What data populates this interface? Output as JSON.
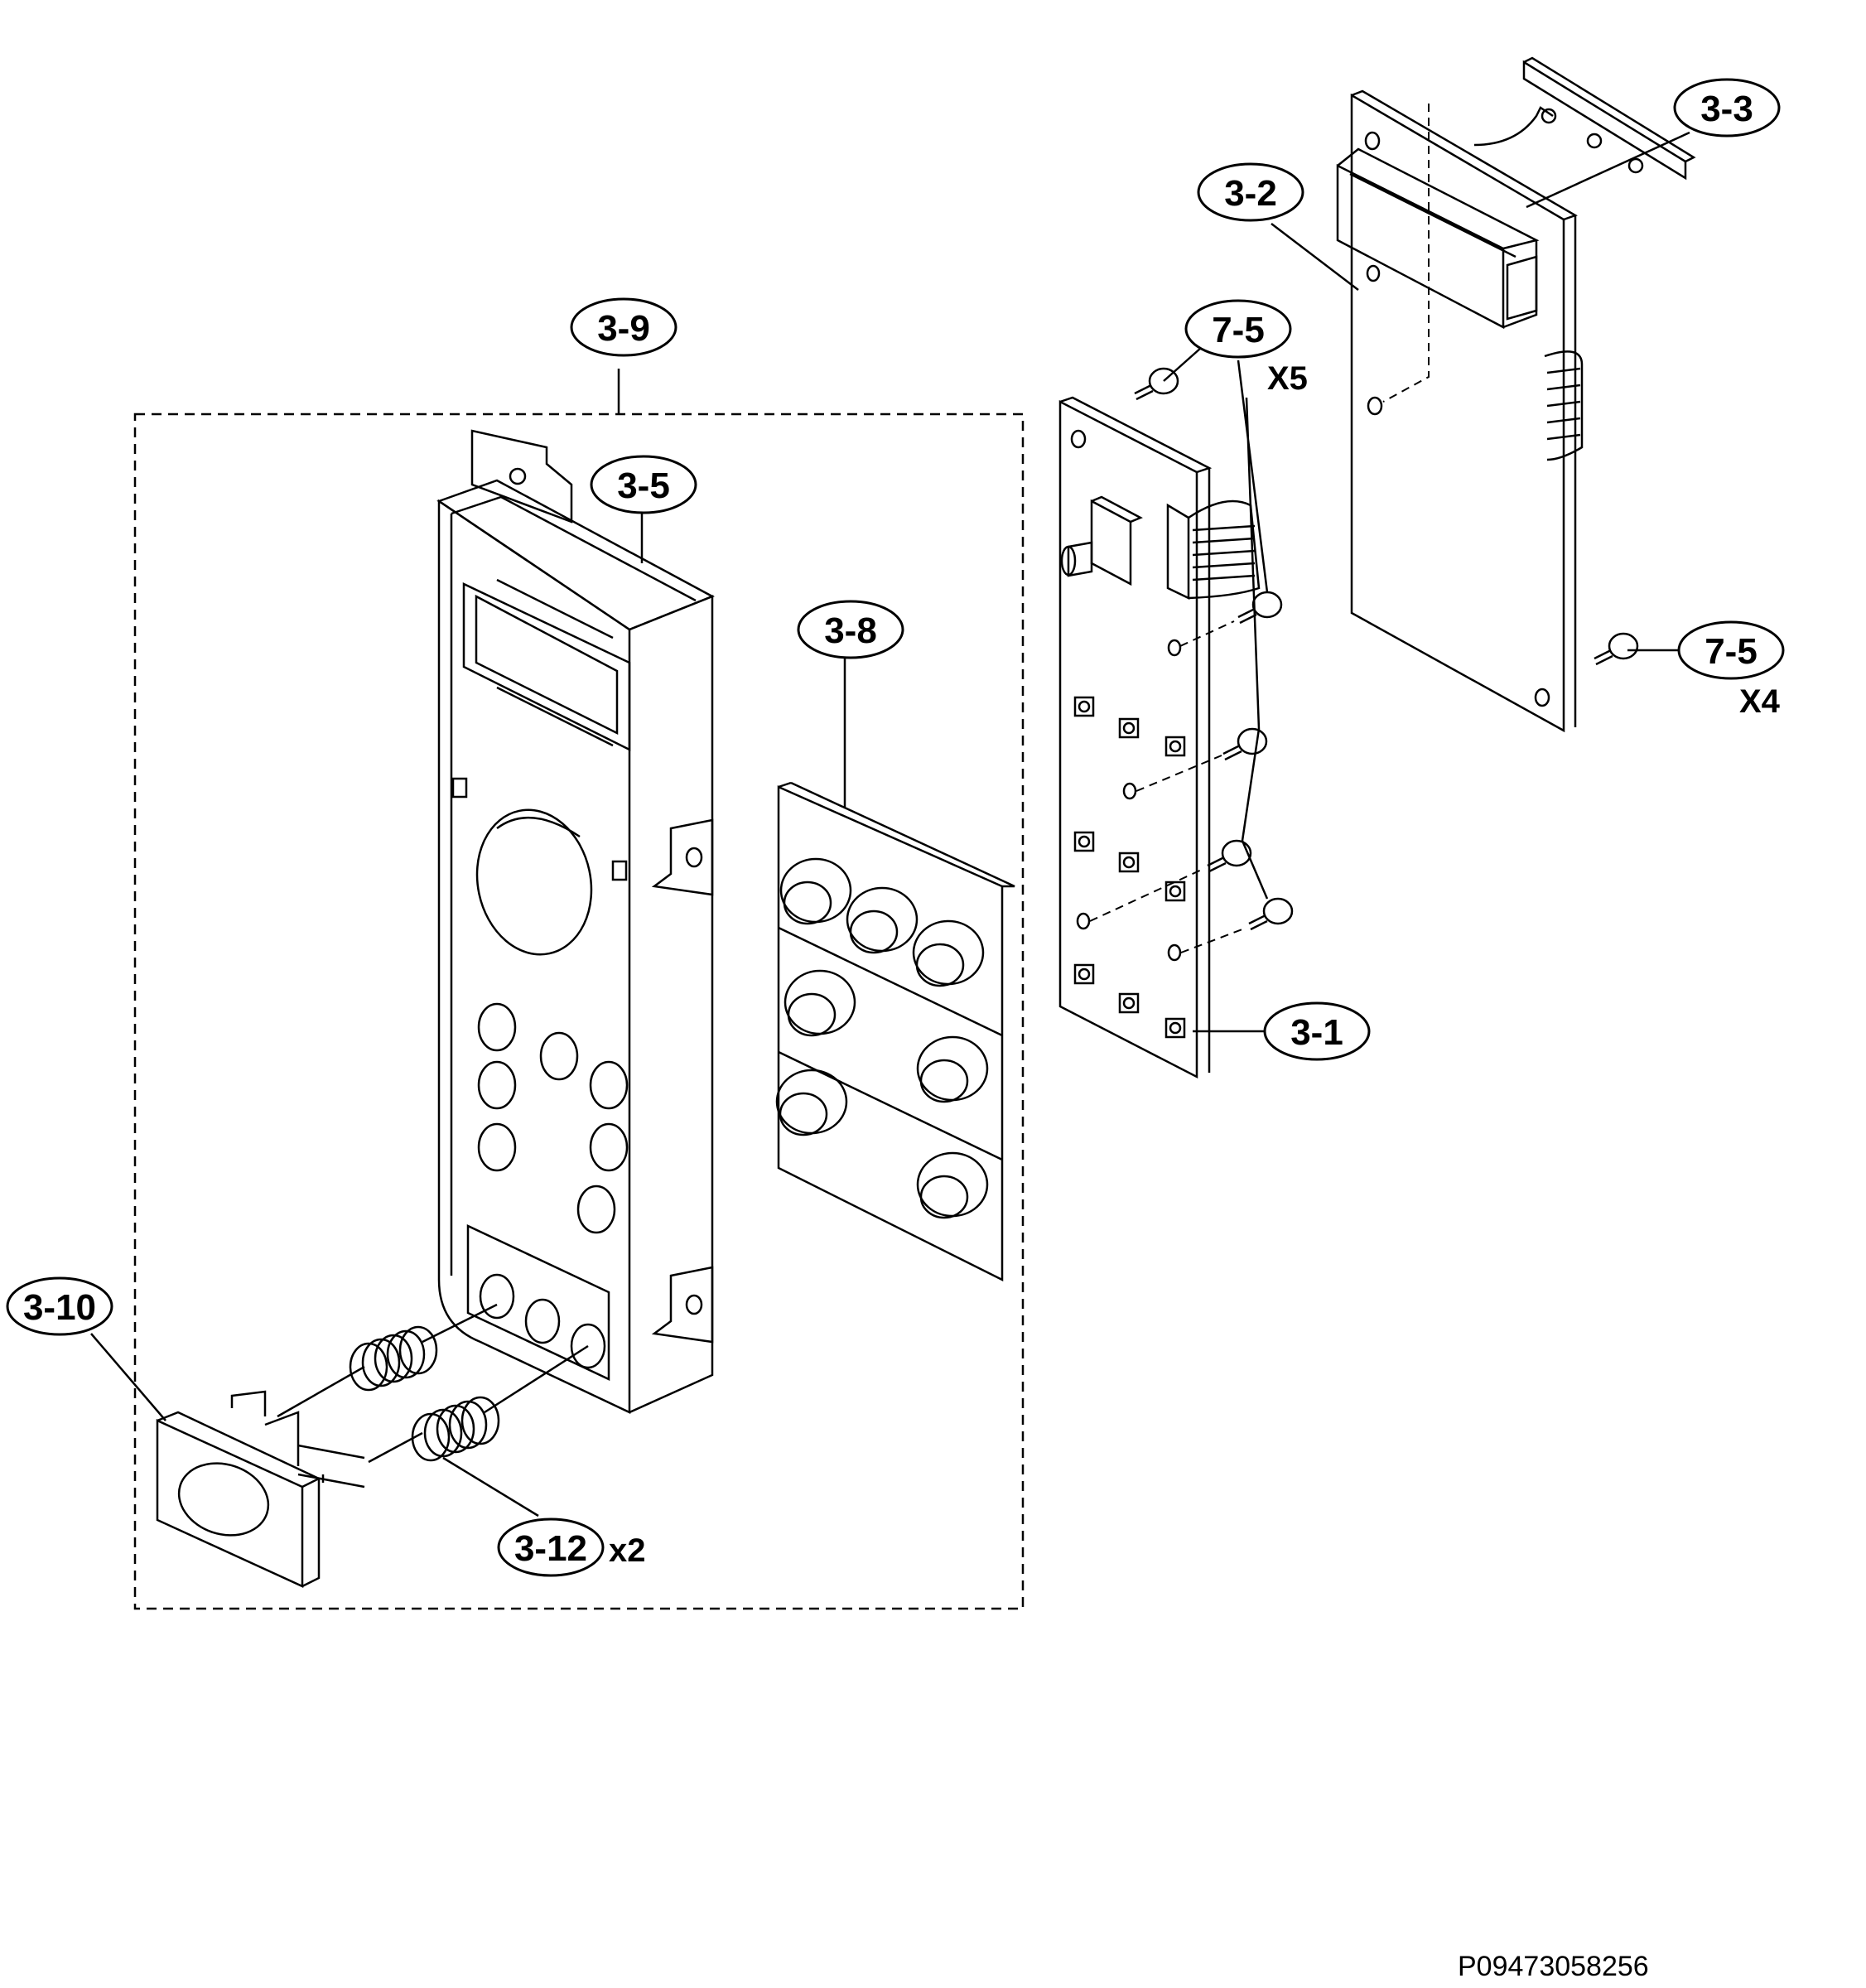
{
  "callouts": {
    "c3_1": "3-1",
    "c3_2": "3-2",
    "c3_3": "3-3",
    "c3_5": "3-5",
    "c3_8": "3-8",
    "c3_9": "3-9",
    "c3_10": "3-10",
    "c3_12": "3-12",
    "c7_5_upper": "7-5",
    "c7_5_right": "7-5"
  },
  "quantities": {
    "q7_5_upper": "X5",
    "q7_5_right": "X4",
    "q3_12": "x2"
  },
  "drawing_code": "P09473058256",
  "colors": {
    "ink": "#000000",
    "paper": "#ffffff"
  }
}
